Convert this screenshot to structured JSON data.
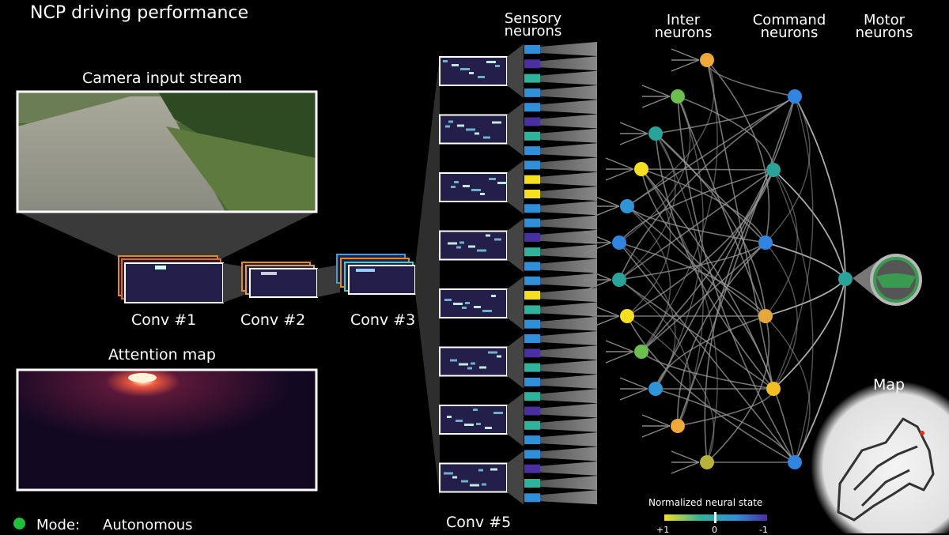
{
  "title": "NCP driving performance",
  "camera": {
    "label": "Camera input stream"
  },
  "attention": {
    "label": "Attention map"
  },
  "conv_layers": [
    "Conv #1",
    "Conv #2",
    "Conv #3"
  ],
  "conv5_label": "Conv #5",
  "columns": {
    "sensory": "Sensory neurons",
    "inter": "Inter neurons",
    "command": "Command neurons",
    "motor": "Motor neurons"
  },
  "map": {
    "label": "Map"
  },
  "mode": {
    "label": "Mode:",
    "value": "Autonomous",
    "indicator_color": "#1fbf3a"
  },
  "colorbar": {
    "title": "Normalized neural state",
    "ticks": [
      "+1",
      "0",
      "-1"
    ],
    "colors": [
      "#f5e020",
      "#2fb39a",
      "#2f8fd8",
      "#4a2fa0"
    ]
  },
  "neuron_colors": {
    "inter": [
      "#f0a838",
      "#6cbf4e",
      "#2aa39a",
      "#f5e020",
      "#2f95d6",
      "#2f85e0",
      "#2aa39a",
      "#f5e020",
      "#6cbf4e",
      "#2f95d6",
      "#f0a838",
      "#b7b23a"
    ],
    "command": [
      "#2f85e0",
      "#2aa39a",
      "#2f85e0",
      "#e8a838",
      "#f0c020",
      "#2f85e0"
    ],
    "motor": [
      "#2aa39a"
    ]
  }
}
